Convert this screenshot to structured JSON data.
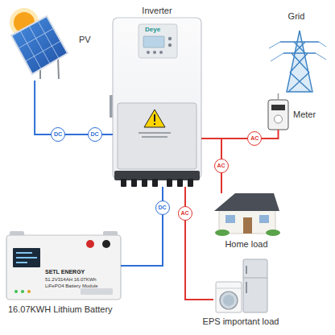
{
  "diagram": {
    "nodes": [
      {
        "text": [
          "PV"
        ]
      },
      {
        "text": [
          "Inverter"
        ]
      },
      {
        "text": [
          "Grid"
        ]
      },
      {
        "text": [
          "Meter"
        ]
      },
      {
        "text": [
          "Home load"
        ]
      },
      {
        "text": [
          "EPS important load"
        ]
      },
      {
        "text": [
          "16.07KWH Lithium Battery"
        ]
      }
    ],
    "edges": [
      {
        "from": 0,
        "to": 1,
        "label": "DC",
        "arrow": "none"
      },
      {
        "from": 1,
        "to": 3,
        "label": "AC",
        "arrow": "none"
      },
      {
        "from": 3,
        "to": 2,
        "arrow": "none"
      },
      {
        "from": 1,
        "to": 4,
        "label": "AC",
        "arrow": "none"
      },
      {
        "from": 1,
        "to": 5,
        "label": "AC",
        "arrow": "none"
      },
      {
        "from": 1,
        "to": 6,
        "label": "DC",
        "arrow": "none"
      }
    ],
    "labels": [
      "DC",
      "Deye",
      "SETL ENERGY",
      "51.2V314AH 16.07KWh",
      "LiFePO4 Battery Module"
    ]
  }
}
